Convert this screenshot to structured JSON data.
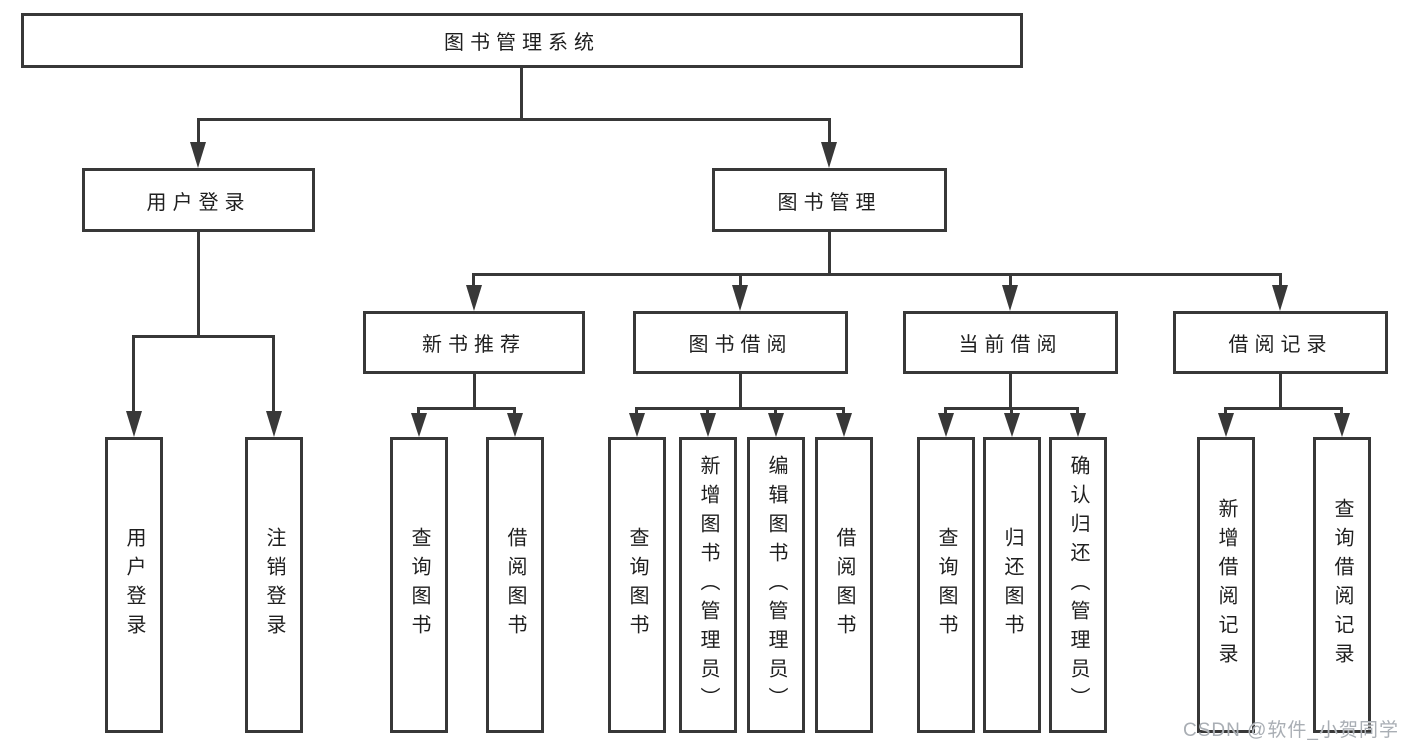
{
  "diagram": {
    "root": {
      "label": "图书管理系统"
    },
    "user_login": {
      "label": "用户登录",
      "children": [
        {
          "label": "用户登录"
        },
        {
          "label": "注销登录"
        }
      ]
    },
    "book_mgmt": {
      "label": "图书管理"
    },
    "new_book": {
      "label": "新书推荐",
      "children": [
        {
          "label": "查询图书"
        },
        {
          "label": "借阅图书"
        }
      ]
    },
    "borrow": {
      "label": "图书借阅",
      "children": [
        {
          "label": "查询图书"
        },
        {
          "label": "新增图书（管理员）"
        },
        {
          "label": "编辑图书（管理员）"
        },
        {
          "label": "借阅图书"
        }
      ]
    },
    "current": {
      "label": "当前借阅",
      "children": [
        {
          "label": "查询图书"
        },
        {
          "label": "归还图书"
        },
        {
          "label": "确认归还（管理员）"
        }
      ]
    },
    "records": {
      "label": "借阅记录",
      "children": [
        {
          "label": "新增借阅记录"
        },
        {
          "label": "查询借阅记录"
        }
      ]
    }
  },
  "colors": {
    "line": "#383838",
    "text": "#1f1f1f",
    "watermark_text": "#a9aeb4"
  },
  "watermark": {
    "text": "CSDN @软件_小贺同学"
  }
}
